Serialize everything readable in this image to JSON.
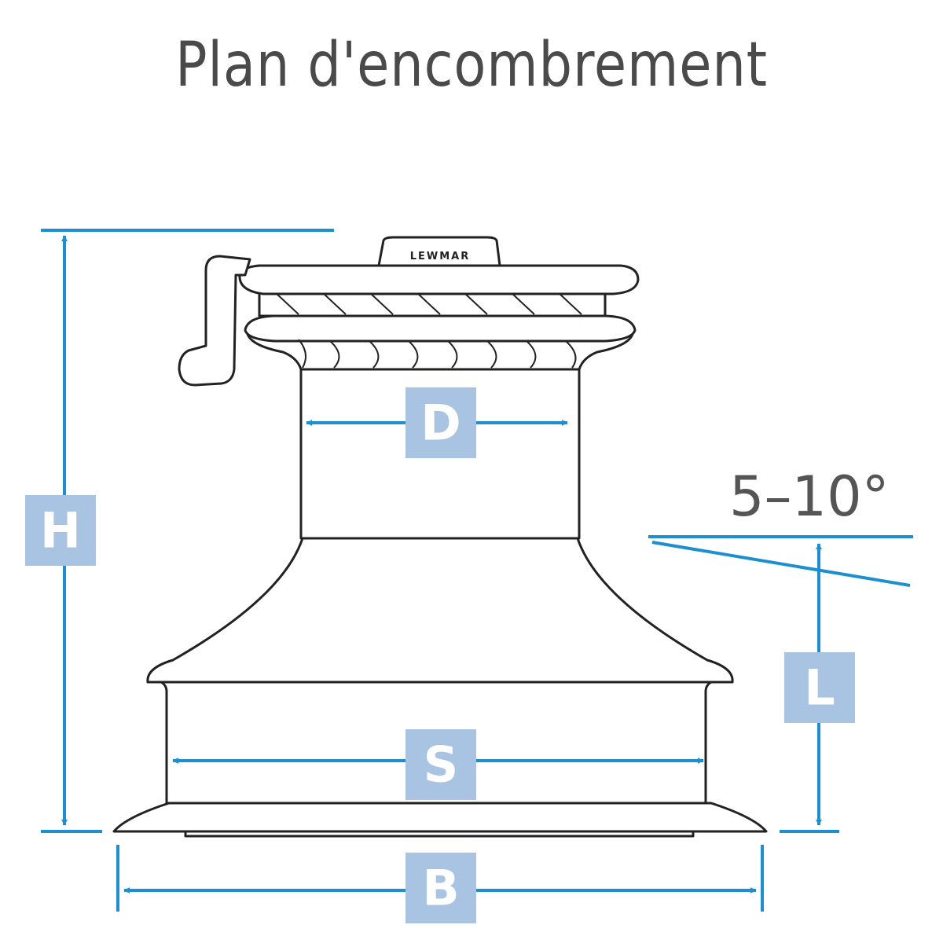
{
  "title": "Plan d'encombrement",
  "brand": "LEWMAR",
  "angle_label": "5–10°",
  "dimensions": {
    "H": "H",
    "D": "D",
    "S": "S",
    "L": "L",
    "B": "B"
  },
  "colors": {
    "dimension": "#1d8fd1",
    "label_box": "#a9c3e3",
    "title": "#4a4a4a",
    "outline": "#222222"
  }
}
